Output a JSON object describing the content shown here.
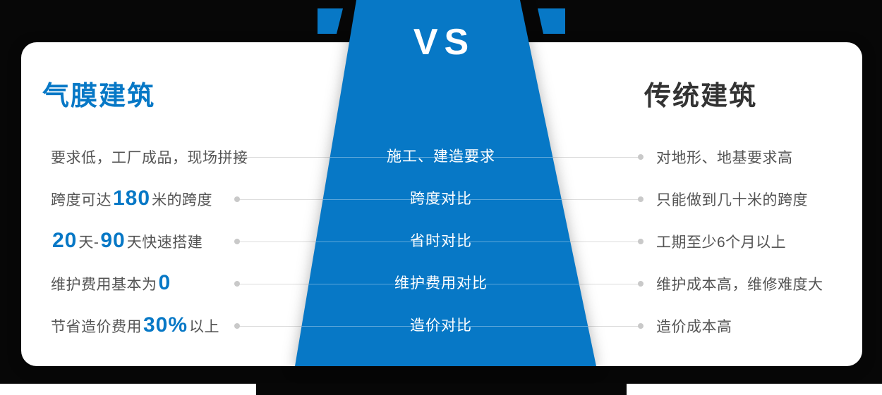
{
  "vs_label": "VS",
  "colors": {
    "accent_blue": "#0778c6",
    "body_text_gray": "#545454",
    "right_title_dark": "#333333",
    "connector_line_gray": "#dcdcdc",
    "dot_gray": "#c9c9c9",
    "background_black": "#070707"
  },
  "left": {
    "title": "气膜建筑"
  },
  "right": {
    "title": "传统建筑"
  },
  "rows": [
    {
      "center": "施工、建造要求",
      "left_segments": [
        {
          "text": "要求低，工厂成品，现场拼接",
          "emphasis": false
        }
      ],
      "right": "对地形、地基要求高"
    },
    {
      "center": "跨度对比",
      "left_segments": [
        {
          "text": "跨度可达 ",
          "emphasis": false
        },
        {
          "text": "180",
          "emphasis": true
        },
        {
          "text": " 米的跨度",
          "emphasis": false
        }
      ],
      "right": "只能做到几十米的跨度"
    },
    {
      "center": "省时对比",
      "left_segments": [
        {
          "text": "20",
          "emphasis": true
        },
        {
          "text": " 天- ",
          "emphasis": false
        },
        {
          "text": "90",
          "emphasis": true
        },
        {
          "text": " 天快速搭建",
          "emphasis": false
        }
      ],
      "right": "工期至少6个月以上"
    },
    {
      "center": "维护费用对比",
      "left_segments": [
        {
          "text": "维护费用基本为 ",
          "emphasis": false
        },
        {
          "text": "0",
          "emphasis": true
        }
      ],
      "right": "维护成本高，维修难度大"
    },
    {
      "center": "造价对比",
      "left_segments": [
        {
          "text": "节省造价费用 ",
          "emphasis": false
        },
        {
          "text": "30%",
          "emphasis": true
        },
        {
          "text": " 以上",
          "emphasis": false
        }
      ],
      "right": "造价成本高"
    }
  ]
}
